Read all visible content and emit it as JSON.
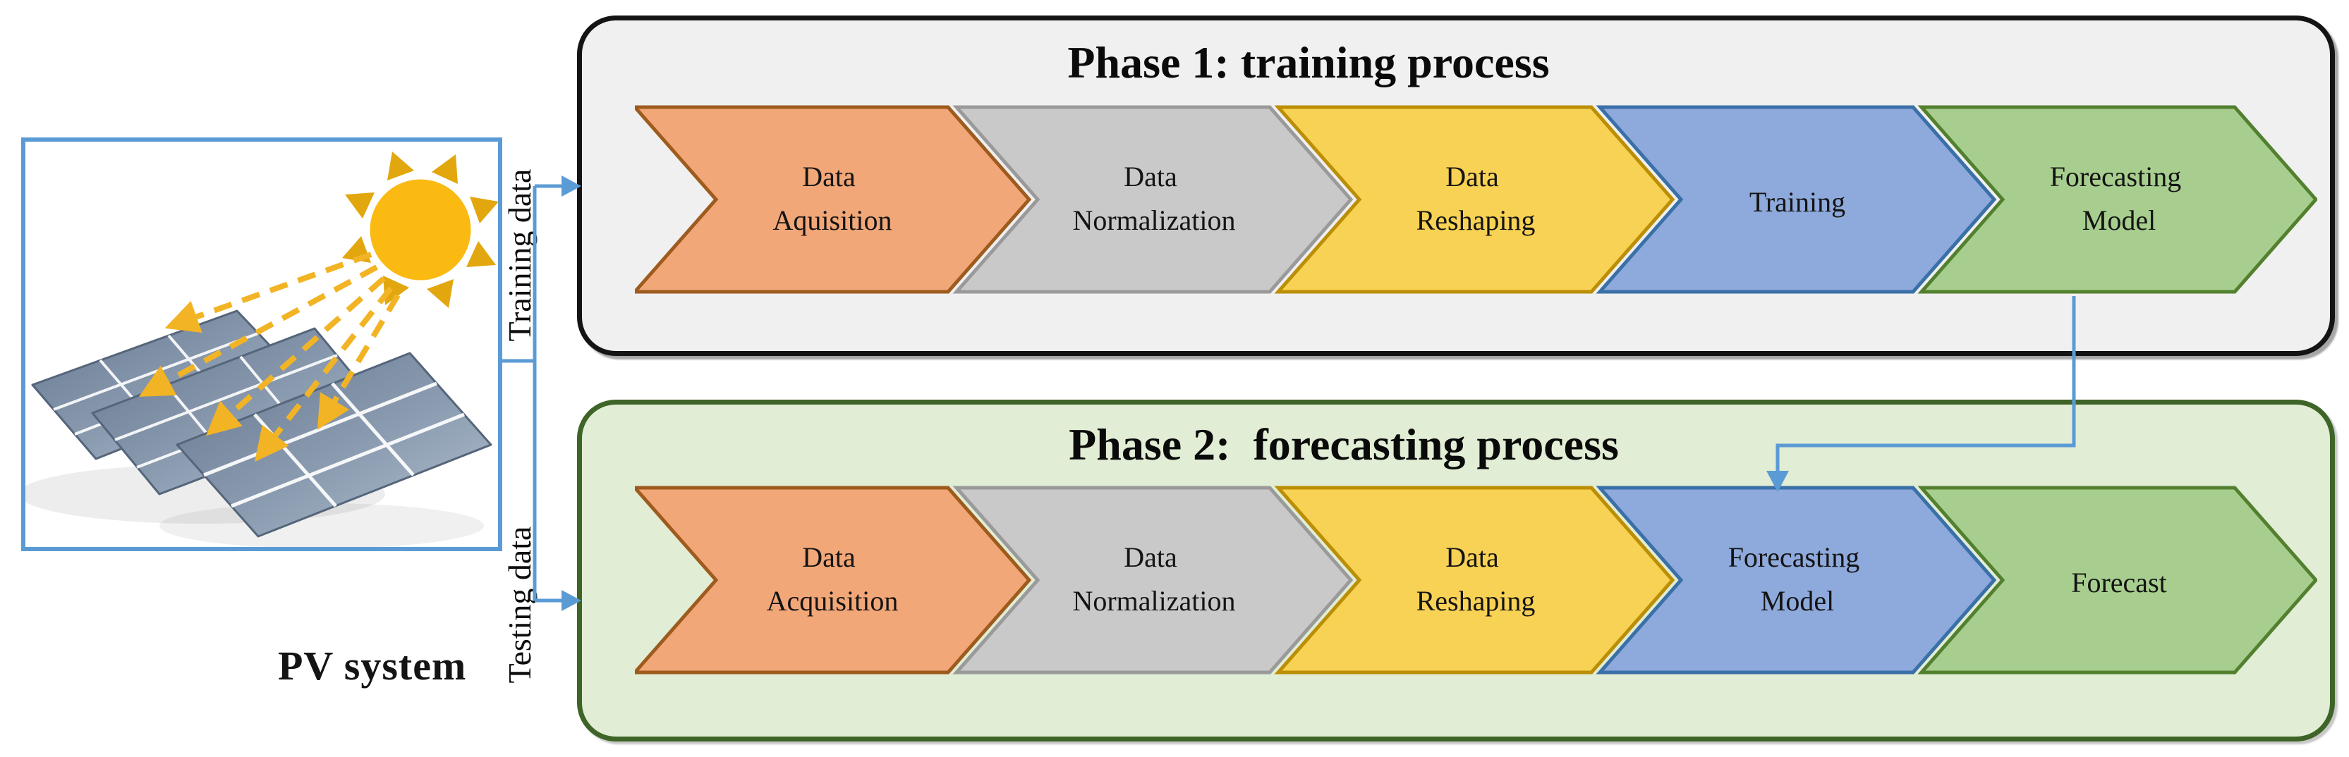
{
  "pv_box": {
    "label": "PV system"
  },
  "flows": {
    "training_label": "Training data",
    "testing_label": "Testing data"
  },
  "phase1": {
    "title": "Phase 1: training process",
    "steps": [
      {
        "line1": "Data",
        "line2": "Aquisition"
      },
      {
        "line1": "Data",
        "line2": "Normalization"
      },
      {
        "line1": "Data",
        "line2": "Reshaping"
      },
      {
        "line1": "Training",
        "line2": ""
      },
      {
        "line1": "Forecasting",
        "line2": "Model"
      }
    ]
  },
  "phase2": {
    "title": "Phase 2:  forecasting process",
    "steps": [
      {
        "line1": "Data",
        "line2": "Acquisition"
      },
      {
        "line1": "Data",
        "line2": "Normalization"
      },
      {
        "line1": "Data",
        "line2": "Reshaping"
      },
      {
        "line1": "Forecasting",
        "line2": "Model"
      },
      {
        "line1": "Forecast",
        "line2": ""
      }
    ]
  },
  "colors": {
    "connector_blue": "#5B9BD5",
    "pv_border": "#5B9BD5",
    "phase1_bg": "#F0F0F0",
    "phase1_border": "#141414",
    "phase2_bg": "#E1EDD4",
    "phase2_border": "#3E6428",
    "sun": "#FBBA12",
    "sun_rays": "#E2A70E",
    "sun_beams": "#F2B424",
    "text": "#141414",
    "steps": {
      "orange": {
        "fill": "#F2A778",
        "stroke": "#9E5B1E"
      },
      "gray": {
        "fill": "#C9C9C9",
        "stroke": "#9A9A9A"
      },
      "yellow": {
        "fill": "#F8D254",
        "stroke": "#BB8E05"
      },
      "blue": {
        "fill": "#8EA9DB",
        "stroke": "#3A70A8"
      },
      "green": {
        "fill": "#A7CE8E",
        "stroke": "#53802F"
      }
    }
  }
}
